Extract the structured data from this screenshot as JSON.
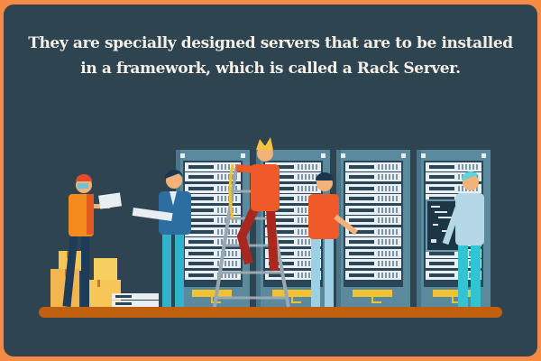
{
  "caption": {
    "line1": "They are specially designed servers that are to be installed",
    "line2": "in a framework, which is called a Rack Server."
  },
  "illustration": {
    "subject": "Technicians working on server racks in a data center",
    "rack_count": 4,
    "people_count": 5,
    "colors": {
      "frame": "#f58b45",
      "background": "#2e4451",
      "caption_text": "#f3efe6",
      "rack_body": "#5b8a9e",
      "rack_inner": "#2b4656",
      "server_unit": "#e8eef2",
      "floor": "#c0600f",
      "cable": "#f2c230",
      "shirt_orange": "#f05a28",
      "box": "#f6c658"
    }
  }
}
